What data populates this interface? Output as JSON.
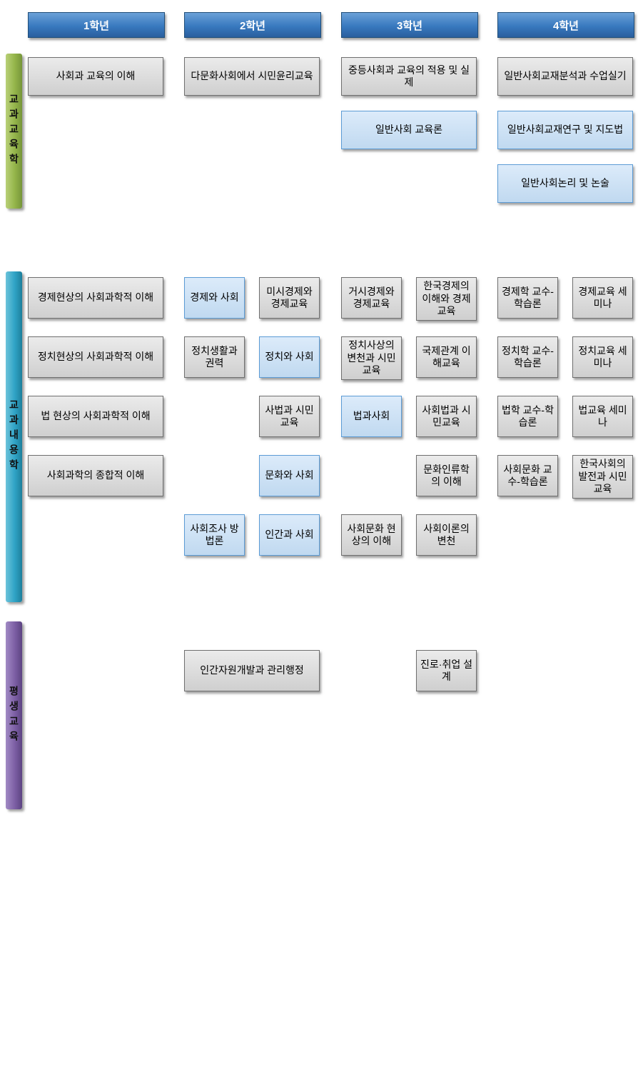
{
  "colors": {
    "header_blue": "#3879bf",
    "header_border": "#1f4e79",
    "box_gray_bg": "#cfcfcf",
    "box_gray_border": "#6f6f6f",
    "box_blue_bg": "#c0d9f0",
    "box_blue_border": "#5b9bd5",
    "bar_green": "#94b54a",
    "bar_teal": "#2fa3c6",
    "bar_purple": "#7d5fa5"
  },
  "headers": [
    {
      "label": "1학년"
    },
    {
      "label": "2학년"
    },
    {
      "label": "3학년"
    },
    {
      "label": "4학년"
    }
  ],
  "sections": [
    {
      "label": "교과교육학",
      "courses": [
        {
          "label": "사회과 교육의 이해",
          "year": 1,
          "row": 0,
          "span": "full",
          "style": "gray"
        },
        {
          "label": "다문화사회에서 시민윤리교육",
          "year": 2,
          "row": 0,
          "span": "full",
          "style": "gray"
        },
        {
          "label": "중등사회과 교육의 적용 및 실제",
          "year": 3,
          "row": 0,
          "span": "full",
          "style": "gray"
        },
        {
          "label": "일반사회 교육론",
          "year": 3,
          "row": 1,
          "span": "full",
          "style": "blue"
        },
        {
          "label": "일반사회교재분석과 수업실기",
          "year": 4,
          "row": 0,
          "span": "full",
          "style": "gray"
        },
        {
          "label": "일반사회교재연구 및 지도법",
          "year": 4,
          "row": 1,
          "span": "full",
          "style": "blue"
        },
        {
          "label": "일반사회논리 및 논술",
          "year": 4,
          "row": 2,
          "span": "full",
          "style": "blue"
        }
      ]
    },
    {
      "label": "교과내용학",
      "courses": [
        {
          "label": "경제현상의 사회과학적 이해",
          "year": 1,
          "row": 0,
          "span": "full",
          "style": "gray"
        },
        {
          "label": "경제와 사회",
          "year": 2,
          "row": 0,
          "span": "left",
          "style": "blue"
        },
        {
          "label": "미시경제와 경제교육",
          "year": 2,
          "row": 0,
          "span": "right",
          "style": "gray"
        },
        {
          "label": "거시경제와 경제교육",
          "year": 3,
          "row": 0,
          "span": "left",
          "style": "gray"
        },
        {
          "label": "한국경제의 이해와 경제교육",
          "year": 3,
          "row": 0,
          "span": "right",
          "style": "gray"
        },
        {
          "label": "경제학 교수-학습론",
          "year": 4,
          "row": 0,
          "span": "left",
          "style": "gray"
        },
        {
          "label": "경제교육 세미나",
          "year": 4,
          "row": 0,
          "span": "right",
          "style": "gray"
        },
        {
          "label": "정치현상의 사회과학적 이해",
          "year": 1,
          "row": 1,
          "span": "full",
          "style": "gray"
        },
        {
          "label": "정치생활과 권력",
          "year": 2,
          "row": 1,
          "span": "left",
          "style": "gray"
        },
        {
          "label": "정치와 사회",
          "year": 2,
          "row": 1,
          "span": "right",
          "style": "blue"
        },
        {
          "label": "정치사상의 변천과 시민교육",
          "year": 3,
          "row": 1,
          "span": "left",
          "style": "gray"
        },
        {
          "label": "국제관계 이해교육",
          "year": 3,
          "row": 1,
          "span": "right",
          "style": "gray"
        },
        {
          "label": "정치학 교수-학습론",
          "year": 4,
          "row": 1,
          "span": "left",
          "style": "gray"
        },
        {
          "label": "정치교육 세미나",
          "year": 4,
          "row": 1,
          "span": "right",
          "style": "gray"
        },
        {
          "label": "법 현상의 사회과학적 이해",
          "year": 1,
          "row": 2,
          "span": "full",
          "style": "gray"
        },
        {
          "label": "사법과 시민교육",
          "year": 2,
          "row": 2,
          "span": "right",
          "style": "gray"
        },
        {
          "label": "법과사회",
          "year": 3,
          "row": 2,
          "span": "left",
          "style": "blue"
        },
        {
          "label": "사회법과 시민교육",
          "year": 3,
          "row": 2,
          "span": "right",
          "style": "gray"
        },
        {
          "label": "법학 교수-학습론",
          "year": 4,
          "row": 2,
          "span": "left",
          "style": "gray"
        },
        {
          "label": "법교육 세미나",
          "year": 4,
          "row": 2,
          "span": "right",
          "style": "gray"
        },
        {
          "label": "사회과학의 종합적 이해",
          "year": 1,
          "row": 3,
          "span": "full",
          "style": "gray"
        },
        {
          "label": "문화와 사회",
          "year": 2,
          "row": 3,
          "span": "right",
          "style": "blue"
        },
        {
          "label": "문화인류학의 이해",
          "year": 3,
          "row": 3,
          "span": "right",
          "style": "gray"
        },
        {
          "label": "사회문화 교수-학습론",
          "year": 4,
          "row": 3,
          "span": "left",
          "style": "gray"
        },
        {
          "label": "한국사회의 발전과 시민교육",
          "year": 4,
          "row": 3,
          "span": "right",
          "style": "gray"
        },
        {
          "label": "사회조사 방법론",
          "year": 2,
          "row": 4,
          "span": "left",
          "style": "blue"
        },
        {
          "label": "인간과 사회",
          "year": 2,
          "row": 4,
          "span": "right",
          "style": "blue"
        },
        {
          "label": "사회문화 현상의 이해",
          "year": 3,
          "row": 4,
          "span": "left",
          "style": "gray"
        },
        {
          "label": "사회이론의 변천",
          "year": 3,
          "row": 4,
          "span": "right",
          "style": "gray"
        }
      ]
    },
    {
      "label": "평생교육",
      "courses": [
        {
          "label": "인간자원개발과 관리행정",
          "year": 2,
          "row": 0,
          "span": "full",
          "style": "gray"
        },
        {
          "label": "진로·취업 설계",
          "year": 3,
          "row": 0,
          "span": "right",
          "style": "gray"
        }
      ]
    }
  ]
}
